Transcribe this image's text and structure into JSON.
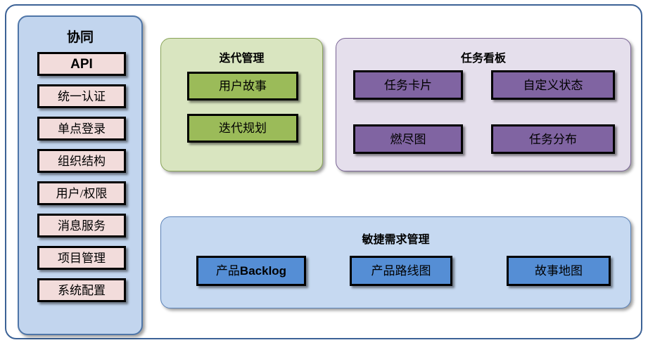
{
  "diagram": {
    "panels": {
      "collaboration": {
        "title": "协同",
        "items": [
          {
            "label": "API"
          },
          {
            "label": "统一认证"
          },
          {
            "label": "单点登录"
          },
          {
            "label": "组织结构"
          },
          {
            "label": "用户/权限"
          },
          {
            "label": "消息服务"
          },
          {
            "label": "项目管理"
          },
          {
            "label": "系统配置"
          }
        ],
        "colors": {
          "panel_bg": "#c2d5ee",
          "panel_border": "#4f76a8",
          "box_bg": "#f2dcdb"
        }
      },
      "iteration": {
        "title": "迭代管理",
        "items": [
          {
            "label": "用户故事"
          },
          {
            "label": "迭代规划"
          }
        ],
        "colors": {
          "panel_bg": "#d9e5c0",
          "panel_border": "#8aa55a",
          "box_bg": "#9bbb59"
        }
      },
      "taskboard": {
        "title": "任务看板",
        "items": [
          {
            "label": "任务卡片"
          },
          {
            "label": "自定义状态"
          },
          {
            "label": "燃尽图"
          },
          {
            "label": "任务分布"
          }
        ],
        "colors": {
          "panel_bg": "#e5dfec",
          "panel_border": "#7a6596",
          "box_bg": "#8064a2"
        }
      },
      "agile": {
        "title": "敏捷需求管理",
        "items": [
          {
            "label_prefix": "产品",
            "label_suffix": "Backlog"
          },
          {
            "label": "产品路线图"
          },
          {
            "label": "故事地图"
          }
        ],
        "colors": {
          "panel_bg": "#c6d9f1",
          "panel_border": "#5b82b8",
          "box_bg": "#558ed5"
        }
      }
    },
    "frame": {
      "border_color": "#3c6296",
      "background": "#ffffff"
    }
  }
}
